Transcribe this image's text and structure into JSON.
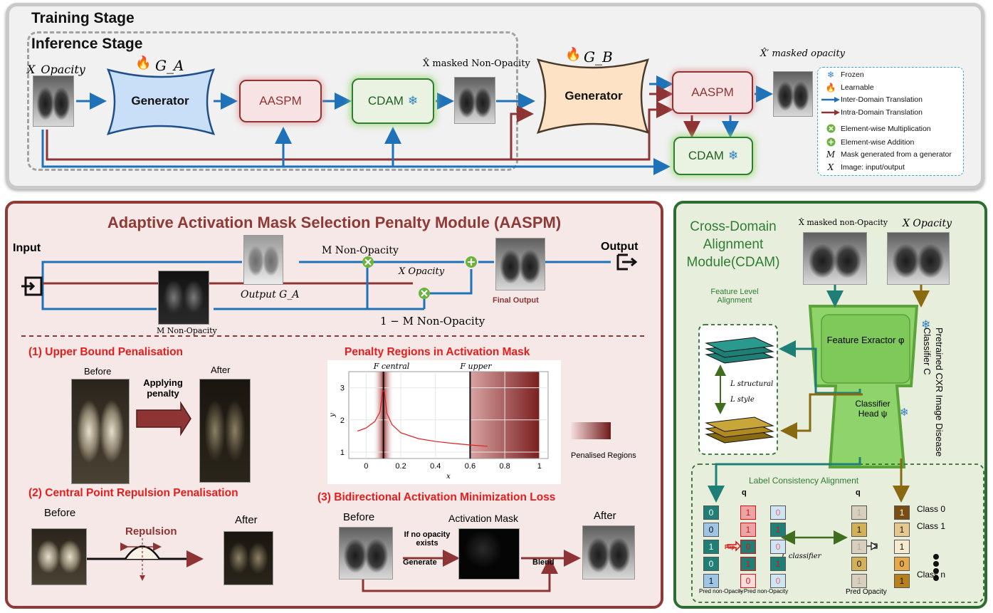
{
  "training": {
    "title": "Training Stage",
    "inference_title": "Inference Stage",
    "input_label": "X_Opacity",
    "gen_a": {
      "label": "Generator",
      "name": "G_A"
    },
    "gen_b": {
      "label": "Generator",
      "name": "G_B"
    },
    "aaspm1": "AASPM",
    "cdam1": "CDAM",
    "aaspm2": "AASPM",
    "cdam2": "CDAM",
    "masked_non_opacity": "X̂ masked Non-Opacity",
    "masked_opacity": "X̂′ masked opacity"
  },
  "legend": {
    "items": [
      {
        "icon": "snowflake-icon",
        "text": "Frozen"
      },
      {
        "icon": "fire-icon",
        "text": "Learnable"
      },
      {
        "icon": "blue-arrow-icon",
        "text": "Inter-Domain Translation"
      },
      {
        "icon": "red-arrow-icon",
        "text": "Intra-Domain Translation"
      },
      {
        "icon": "multiply-icon",
        "text": "Element-wise Multiplication"
      },
      {
        "icon": "add-icon",
        "text": "Element-wise Addition"
      },
      {
        "icon": "M",
        "text": "Mask generated from a generator"
      },
      {
        "icon": "X",
        "text": "Image: input/output"
      }
    ]
  },
  "aaspm_panel": {
    "title": "Adaptive Activation Mask Selection Penalty Module (AASPM)",
    "input": "Input",
    "output": "Output",
    "mask_top": "M Non-Opacity",
    "x_opacity": "X Opacity",
    "output_ga": "Output G_A",
    "mask_bottom": "M Non-Opacity",
    "one_minus": "1 − M Non-Opacity",
    "final_output": "Final Output",
    "s1_title": "(1) Upper Bound Penalisation",
    "s1_before": "Before",
    "s1_after": "After",
    "s1_action": "Applying penalty",
    "s2_title": "(2) Central Point Repulsion Penalisation",
    "s2_before": "Before",
    "s2_after": "After",
    "s2_action": "Repulsion",
    "chart_title": "Penalty Regions in Activation Mask",
    "f_central": "F central",
    "f_upper": "F upper",
    "penalised": "Penalised Regions",
    "s3_title": "(3) Bidirectional Activation Minimization Loss",
    "s3_before": "Before",
    "s3_mask": "Activation Mask",
    "s3_after": "After",
    "s3_cond": "If no opacity exists",
    "s3_generate": "Generate",
    "s3_blend": "Blend"
  },
  "chart_data": {
    "type": "line",
    "title": "Penalty Regions in Activation Mask",
    "xlabel": "x",
    "ylabel": "y",
    "xlim": [
      -0.1,
      1.05
    ],
    "ylim": [
      0.8,
      3.5
    ],
    "xticks": [
      "0",
      "0.2",
      "0.4",
      "0.6",
      "0.8",
      "1"
    ],
    "yticks": [
      "1",
      "2",
      "3"
    ],
    "x_tick_values": [
      0,
      0.2,
      0.4,
      0.6,
      0.8,
      1
    ],
    "y_tick_values": [
      1,
      2,
      3
    ],
    "vlines": [
      {
        "x": 0.1,
        "label": "F central"
      },
      {
        "x": 0.6,
        "label": "F upper"
      }
    ],
    "series": [
      {
        "x": [
          -0.05,
          0,
          0.05,
          0.08,
          0.095,
          0.105,
          0.12,
          0.15,
          0.2,
          0.3,
          0.4,
          0.5,
          0.6,
          0.7
        ],
        "y": [
          1.65,
          1.75,
          1.95,
          2.25,
          2.9,
          2.9,
          2.2,
          1.85,
          1.6,
          1.42,
          1.33,
          1.27,
          1.22,
          1.18
        ]
      }
    ],
    "grid": true
  },
  "cdam_panel": {
    "title_lines": [
      "Cross-Domain",
      "Alignment",
      "Module(CDAM)"
    ],
    "in1": "X̂ masked non-Opacity",
    "in2": "X Opacity",
    "feature_level": [
      "Feature Level",
      "Alignment"
    ],
    "l_structural": "L structural",
    "l_style": "L style",
    "feature_extractor": "Feature Exractor φ",
    "classifier_head": [
      "Classifier",
      "Head ψ"
    ],
    "side_label": [
      "Pretrained CXR Image Disease",
      "Classifier C"
    ],
    "label_consistency": "Label Consistency Alignment",
    "flip": "Flip",
    "q1": "q",
    "q2": "q",
    "l_classifier": "L classifier",
    "pred_non": "Pred non-Opacity",
    "not_pred_non": "¬ Pred non-Opacity",
    "pred_op": "Pred Opacity",
    "col1": [
      "0",
      "0",
      "1",
      "0",
      "1"
    ],
    "col2": [
      "1",
      "1",
      "0",
      "1",
      "0"
    ],
    "col3": [
      "1",
      "1",
      "1",
      "0",
      "1"
    ],
    "col4": [
      "1",
      "1",
      "1",
      "0",
      "1"
    ],
    "q1_vals": [
      "0",
      "1",
      "0",
      "1",
      "0"
    ],
    "q2_vals": [
      "1",
      "1",
      "1",
      "0",
      "1"
    ],
    "classes": [
      "Class 0",
      "Class 1",
      "Class n"
    ]
  },
  "colors": {
    "blue": "#1f72b8",
    "red": "#8e3434",
    "green": "#2e7d32",
    "olive": "#8a6a11"
  }
}
